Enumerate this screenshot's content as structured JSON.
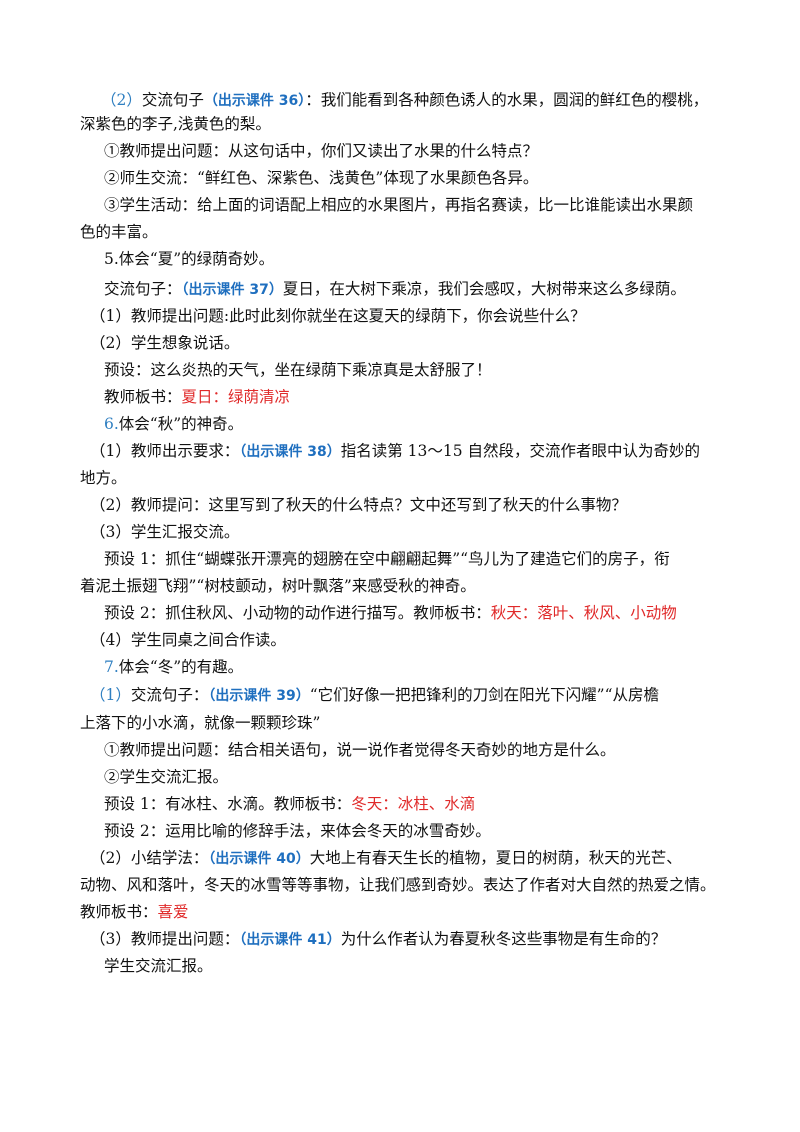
{
  "colors": {
    "num": "#2f7fc1",
    "courseware": "#1f6fbf",
    "board": "#e02a2a",
    "text": "#111111"
  },
  "lines": [
    {
      "num": "（2）",
      "a": "交流句子",
      "cw": "（出示课件 36）",
      "b": "：我们能看到各种颜色诱人的水果，圆润的鲜红色的樱桃，"
    },
    {
      "a": "深紫色的李子,浅黄色的梨。"
    },
    {
      "a": "①教师提出问题：从这句话中，你们又读出了水果的什么特点？"
    },
    {
      "a": "②师生交流：“鲜红色、深紫色、浅黄色”体现了水果颜色各异。"
    },
    {
      "a": "③学生活动：给上面的词语配上相应的水果图片，再指名赛读，比一比谁能读出水果颜"
    },
    {
      "a": "色的丰富。"
    },
    {
      "a": "5.体会“夏”的绿荫奇妙。"
    },
    {
      "a": "交流句子：",
      "cw": "（出示课件 37）",
      "b": "夏日，在大树下乘凉，我们会感叹，大树带来这么多绿荫。"
    },
    {
      "a": "（1）教师提出问题:此时此刻你就坐在这夏天的绿荫下，你会说些什么？"
    },
    {
      "a": "（2）学生想象说话。"
    },
    {
      "a": "预设：这么炎热的天气，坐在绿荫下乘凉真是太舒服了！"
    },
    {
      "a": "教师板书：",
      "red": "夏日：绿荫清凉"
    },
    {
      "num": "6.",
      "a": "体会“秋”的神奇。"
    },
    {
      "a": "（1）教师出示要求：",
      "cw": "（出示课件 38）",
      "b": "指名读第 13～15 自然段，交流作者眼中认为奇妙的"
    },
    {
      "a": "地方。"
    },
    {
      "a": "（2）教师提问：这里写到了秋天的什么特点？文中还写到了秋天的什么事物？"
    },
    {
      "a": "（3）学生汇报交流。"
    },
    {
      "a": "预设 1：抓住“蝴蝶张开漂亮的翅膀在空中翩翩起舞”“鸟儿为了建造它们的房子，衔"
    },
    {
      "a": "着泥土振翅飞翔”“树枝颤动，树叶飘落”来感受秋的神奇。"
    },
    {
      "a": "预设 2：抓住秋风、小动物的动作进行描写。教师板书：",
      "red": "秋天：落叶、秋风、小动物"
    },
    {
      "a": "（4）学生同桌之间合作读。"
    },
    {
      "num": "7.",
      "a": "体会“冬”的有趣。"
    },
    {
      "num": "（1）",
      "a": "交流句子：",
      "cw": "（出示课件 39）",
      "b": "“它们好像一把把锋利的刀剑在阳光下闪耀”“从房檐"
    },
    {
      "a": "上落下的小水滴，就像一颗颗珍珠”"
    },
    {
      "a": "①教师提出问题：结合相关语句，说一说作者觉得冬天奇妙的地方是什么。"
    },
    {
      "a": "②学生交流汇报。"
    },
    {
      "a": "预设 1：有冰柱、水滴。教师板书：",
      "red": "冬天：冰柱、水滴"
    },
    {
      "a": "预设 2：运用比喻的修辞手法，来体会冬天的冰雪奇妙。"
    },
    {
      "a": "（2）小结学法：",
      "cw": "（出示课件 40）",
      "b": "大地上有春天生长的植物，夏日的树荫，秋天的光芒、"
    },
    {
      "a": "动物、风和落叶，冬天的冰雪等等事物，让我们感到奇妙。表达了作者对大自然的热爱之情。"
    },
    {
      "a": "教师板书：",
      "red": "喜爱"
    },
    {
      "a": "（3）教师提出问题：",
      "cw": "（出示课件 41）",
      "b": "为什么作者认为春夏秋冬这些事物是有生命的？"
    },
    {
      "a": "学生交流汇报。"
    }
  ]
}
